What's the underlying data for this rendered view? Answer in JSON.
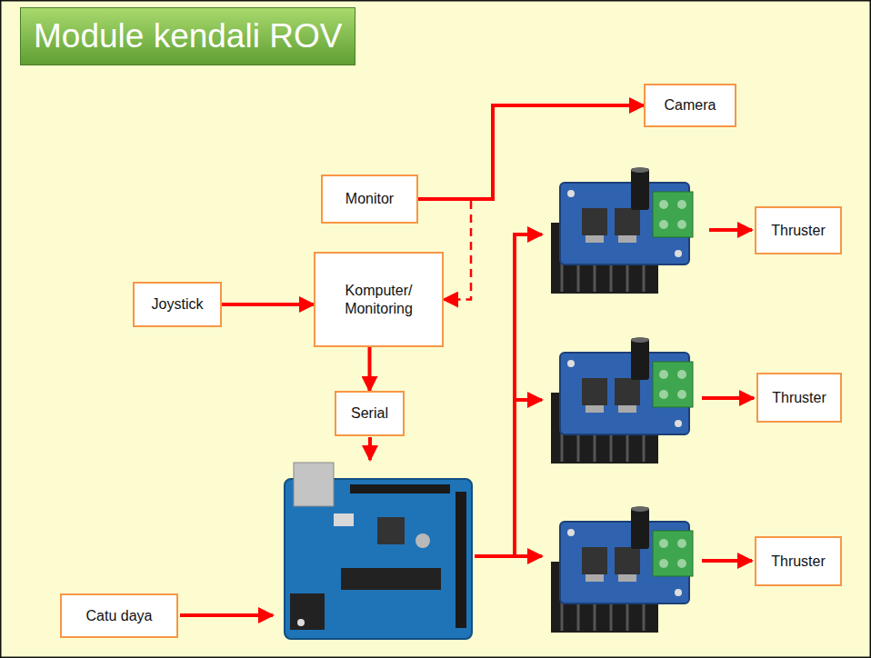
{
  "diagram": {
    "title": "Module kendali ROV",
    "nodes": [
      {
        "text": [
          "Camera"
        ]
      },
      {
        "text": [
          "Monitor"
        ]
      },
      {
        "text": [
          "Joystick"
        ]
      },
      {
        "text": [
          "Komputer/ Monitoring"
        ]
      },
      {
        "text": [
          "Serial"
        ]
      },
      {
        "text": [
          "Thruster"
        ]
      },
      {
        "text": [
          "Thruster"
        ]
      },
      {
        "text": [
          "Thruster"
        ]
      },
      {
        "text": [
          "Catu daya"
        ]
      }
    ],
    "edges": [
      {
        "from": 1,
        "to": 0,
        "arrow": "to"
      },
      {
        "from": 1,
        "to": 3,
        "arrow": "to"
      },
      {
        "from": 2,
        "to": 3,
        "arrow": "to"
      },
      {
        "from": 3,
        "to": 4,
        "arrow": "to"
      }
    ]
  }
}
